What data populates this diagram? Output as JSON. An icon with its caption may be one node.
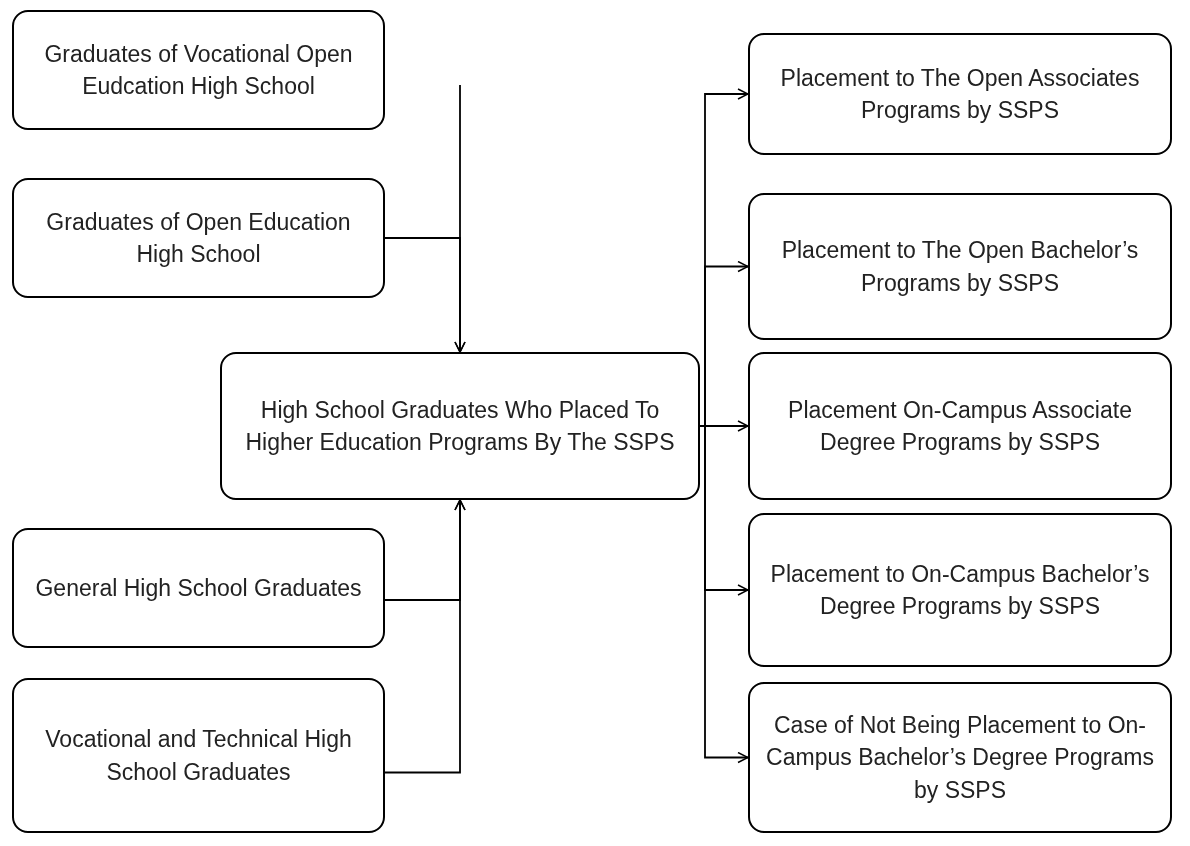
{
  "diagram": {
    "nodes": [
      {
        "text": [
          "Graduates of Vocational Open Eudcation High School"
        ]
      },
      {
        "text": [
          "Graduates of Open Education High School"
        ]
      },
      {
        "text": [
          "High School Graduates Who Placed To Higher Education Programs By The SSPS"
        ]
      },
      {
        "text": [
          "General High School Graduates"
        ]
      },
      {
        "text": [
          "Vocational and Technical High School Graduates"
        ]
      },
      {
        "text": [
          "Placement to The Open Associates Programs by SSPS"
        ]
      },
      {
        "text": [
          "Placement to The Open Bachelor’s Programs by SSPS"
        ]
      },
      {
        "text": [
          "Placement On-Campus Associate Degree Programs by SSPS"
        ]
      },
      {
        "text": [
          "Placement to On-Campus Bachelor’s Degree Programs by SSPS"
        ]
      },
      {
        "text": [
          "Case of Not Being Placement to On-Campus Bachelor’s Degree Programs by SSPS"
        ]
      }
    ],
    "edges": [
      {
        "from": null,
        "to": 2,
        "arrow": "to"
      },
      {
        "from": 1,
        "to": 2,
        "arrow": "to"
      },
      {
        "from": 3,
        "to": 2,
        "arrow": "to"
      },
      {
        "from": 4,
        "to": 2,
        "arrow": "to"
      },
      {
        "from": 2,
        "to": 5,
        "arrow": "to"
      },
      {
        "from": 2,
        "to": 6,
        "arrow": "to"
      },
      {
        "from": 2,
        "to": 7,
        "arrow": "to"
      },
      {
        "from": 2,
        "to": 8,
        "arrow": "to"
      },
      {
        "from": 2,
        "to": 9,
        "arrow": "to"
      }
    ]
  }
}
